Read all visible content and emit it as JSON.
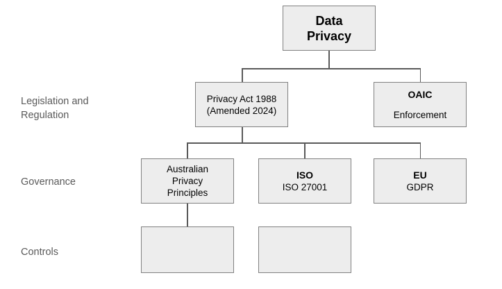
{
  "diagram": {
    "type": "hierarchy-tree",
    "row_labels": [
      {
        "id": "legislation",
        "text": "Legislation and\nRegulation"
      },
      {
        "id": "governance",
        "text": "Governance"
      },
      {
        "id": "controls",
        "text": "Controls"
      }
    ],
    "nodes": [
      {
        "id": "root",
        "title": "Data\nPrivacy",
        "subtitle": ""
      },
      {
        "id": "privacy-act",
        "title": "",
        "plain": "Privacy Act 1988\n(Amended 2024)"
      },
      {
        "id": "oaic",
        "title": "OAIC",
        "subtitle": "Enforcement"
      },
      {
        "id": "app",
        "title": "",
        "plain": "Australian\nPrivacy\nPrinciples"
      },
      {
        "id": "iso",
        "title": "ISO",
        "subtitle": "ISO 27001"
      },
      {
        "id": "eu",
        "title": "EU",
        "subtitle": "GDPR"
      },
      {
        "id": "control-1",
        "title": "",
        "plain": ""
      },
      {
        "id": "control-2",
        "title": "",
        "plain": ""
      }
    ],
    "colors": {
      "node_fill": "#ededed",
      "node_border": "#808080",
      "edge": "#595959",
      "label_text": "#595959",
      "node_text": "#000000",
      "background": "#ffffff"
    }
  }
}
